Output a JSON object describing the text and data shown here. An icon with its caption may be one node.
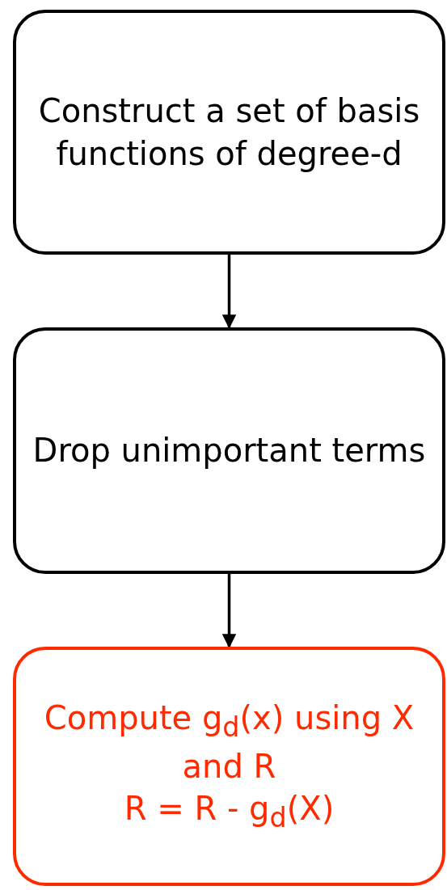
{
  "diagram": {
    "nodes": [
      {
        "text": [
          "Construct a set of basis functions of degree-d"
        ]
      },
      {
        "text": [
          "Drop unimportant terms"
        ]
      },
      {
        "text": [
          "Compute g$_{d}$(x) using X and R",
          "R = R - g$_{d}$(X)"
        ]
      }
    ],
    "edges": [
      {
        "from": 0,
        "to": 1,
        "arrow": "to"
      },
      {
        "from": 1,
        "to": 2,
        "arrow": "to"
      }
    ]
  }
}
